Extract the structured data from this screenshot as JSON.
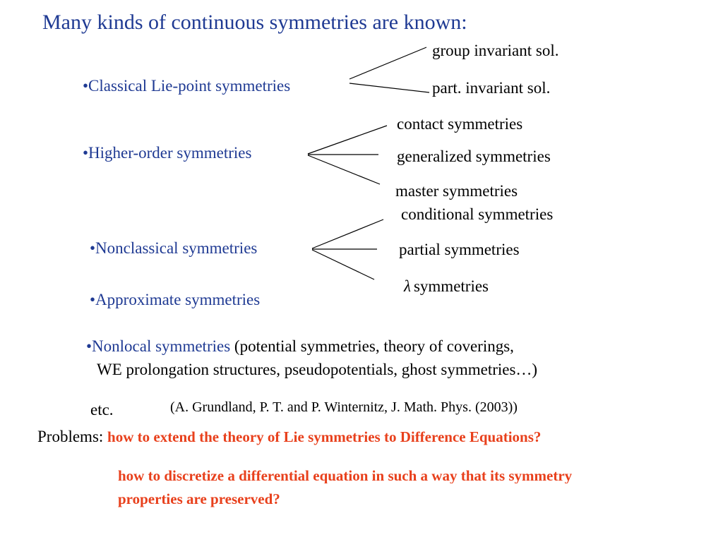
{
  "title": "Many kinds of continuous symmetries are known:",
  "groups": [
    {
      "label": "•Classical Lie-point symmetries",
      "branches": [
        "group invariant sol.",
        "part. invariant sol."
      ]
    },
    {
      "label": "•Higher-order symmetries",
      "branches": [
        "contact symmetries",
        "generalized symmetries",
        "master symmetries"
      ]
    },
    {
      "label": "•Nonclassical symmetries",
      "branches": [
        "conditional symmetries",
        "partial symmetries",
        "symmetries"
      ],
      "lambda_symbol": "λ"
    }
  ],
  "approximate": "•Approximate symmetries",
  "nonlocal": {
    "label": "•Nonlocal symmetries",
    "line1": " (potential symmetries, theory of coverings,",
    "line2": "WE prolongation structures, pseudopotentials, ghost symmetries…)"
  },
  "etc": "etc.",
  "reference": "(A. Grundland, P. T. and P. Winternitz, J. Math. Phys. (2003))",
  "problems": {
    "label": "Problems",
    "colon": ": ",
    "question1": "how to extend the theory of Lie symmetries to Difference Equations?",
    "question2_line1": "how to discretize a differential equation in such a way that its symmetry",
    "question2_line2": "properties are preserved?"
  },
  "colors": {
    "blue": "#1f3a93",
    "red": "#e8401c",
    "black": "#000000"
  }
}
